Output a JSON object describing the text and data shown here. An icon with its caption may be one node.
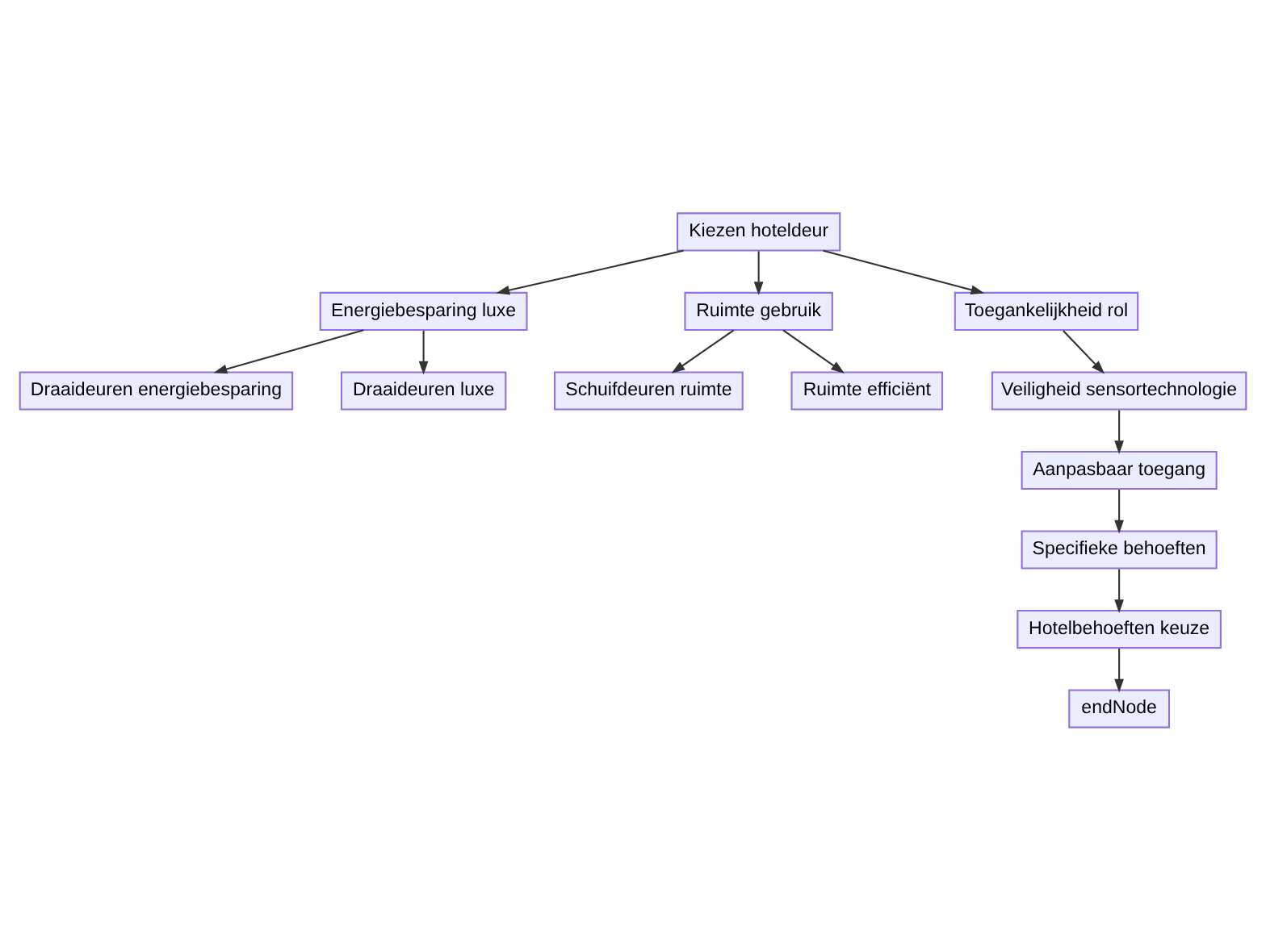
{
  "diagram": {
    "nodes": [
      {
        "text": [
          "Kiezen hoteldeur"
        ]
      },
      {
        "text": [
          "Energiebesparing luxe"
        ]
      },
      {
        "text": [
          "Ruimte gebruik"
        ]
      },
      {
        "text": [
          "Toegankelijkheid rol"
        ]
      },
      {
        "text": [
          "Draaideuren energiebesparing"
        ]
      },
      {
        "text": [
          "Draaideuren luxe"
        ]
      },
      {
        "text": [
          "Schuifdeuren ruimte"
        ]
      },
      {
        "text": [
          "Ruimte efficiënt"
        ]
      },
      {
        "text": [
          "Veiligheid sensortechnologie"
        ]
      },
      {
        "text": [
          "Aanpasbaar toegang"
        ]
      },
      {
        "text": [
          "Specifieke behoeften"
        ]
      },
      {
        "text": [
          "Hotelbehoeften keuze"
        ]
      },
      {
        "text": [
          "endNode"
        ]
      }
    ],
    "edges": [
      {
        "from": 0,
        "to": 1,
        "arrow": "to"
      },
      {
        "from": 0,
        "to": 2,
        "arrow": "to"
      },
      {
        "from": 0,
        "to": 3,
        "arrow": "to"
      },
      {
        "from": 1,
        "to": 4,
        "arrow": "to"
      },
      {
        "from": 1,
        "to": 5,
        "arrow": "to"
      },
      {
        "from": 2,
        "to": 6,
        "arrow": "to"
      },
      {
        "from": 2,
        "to": 7,
        "arrow": "to"
      },
      {
        "from": 3,
        "to": 8,
        "arrow": "to"
      },
      {
        "from": 8,
        "to": 9,
        "arrow": "to"
      },
      {
        "from": 9,
        "to": 10,
        "arrow": "to"
      },
      {
        "from": 10,
        "to": 11,
        "arrow": "to"
      },
      {
        "from": 11,
        "to": 12,
        "arrow": "to"
      }
    ]
  }
}
